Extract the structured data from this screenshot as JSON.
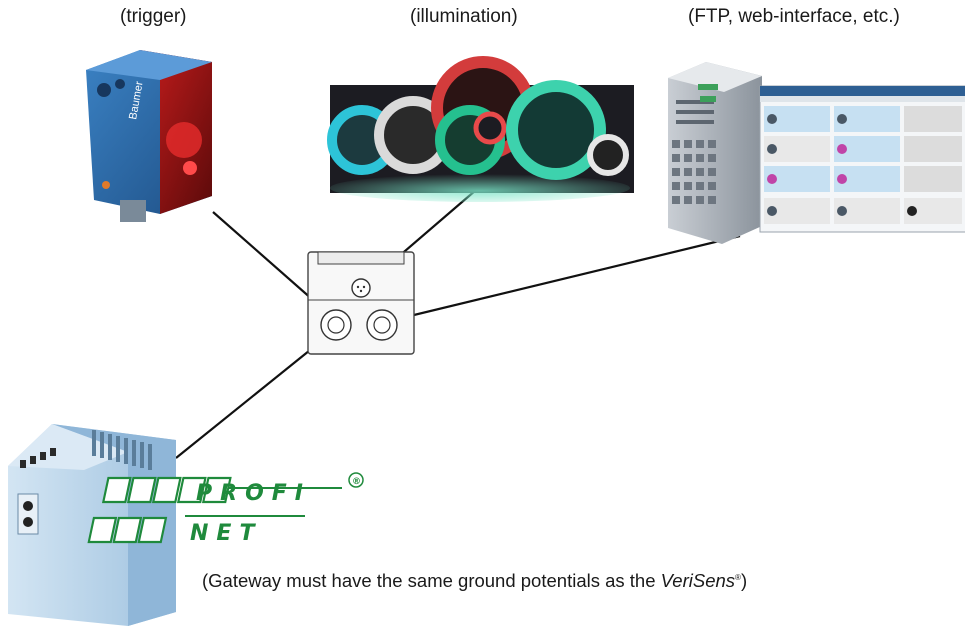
{
  "captions": {
    "trigger": "(trigger)",
    "illumination": "(illumination)",
    "ftp": "(FTP, web-interface, etc.)",
    "gateway_prefix": "(Gateway must have the same ground potentials as the ",
    "gateway_product": "VeriSens",
    "gateway_registered": "®",
    "gateway_suffix": ")"
  },
  "trigger_sensor": {
    "brand": "Baumer"
  },
  "profinet_logo": {
    "line1": "PROFI",
    "line2": "NET",
    "registered": "®",
    "color": "#1f8a3c"
  },
  "colors": {
    "connection_line": "#111111",
    "sensor_body": "#2f6fb0",
    "gateway_body": "#b9d4ea"
  }
}
